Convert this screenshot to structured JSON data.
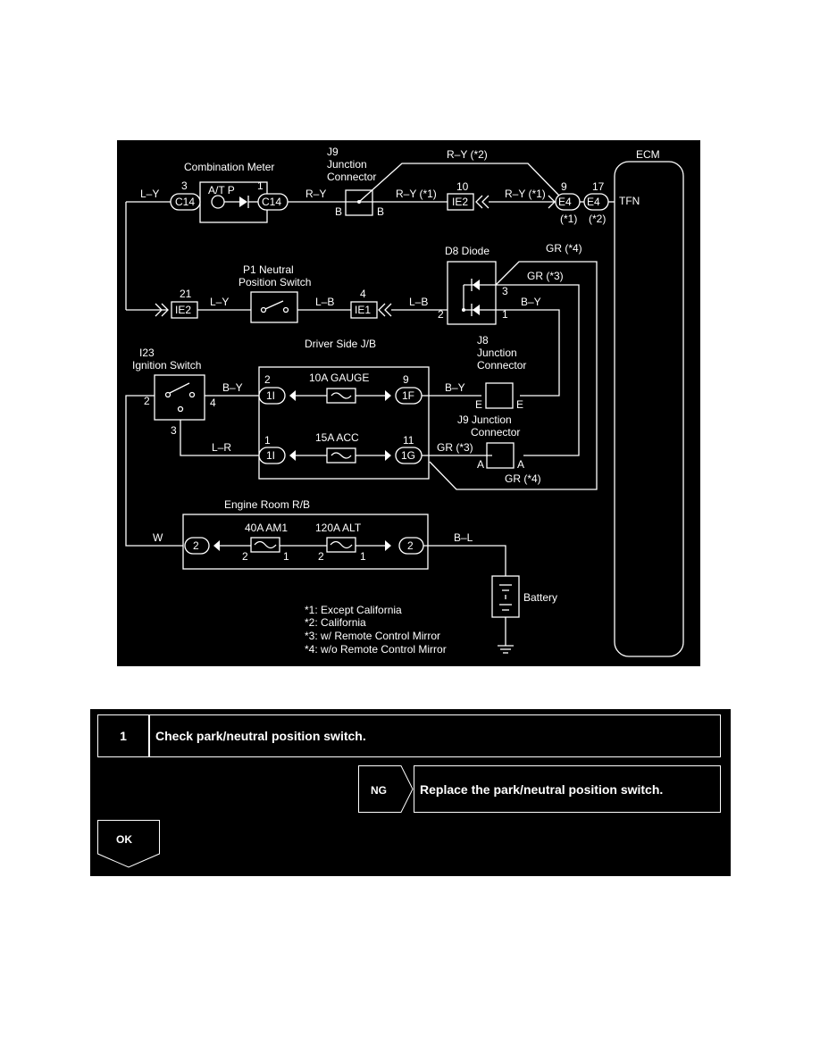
{
  "diagram": {
    "ecm": {
      "title": "ECM",
      "terminal": "TFN"
    },
    "combination_meter": {
      "title": "Combination Meter",
      "lamp": "A/T P",
      "pin_left": "3",
      "pin_right": "1",
      "conn_left": "C14",
      "conn_right": "C14"
    },
    "j9_top": {
      "title_line1": "J9",
      "title_line2": "Junction",
      "title_line3": "Connector",
      "pin_left": "B",
      "pin_right": "B"
    },
    "ie2_top": {
      "pin": "10",
      "label": "IE2"
    },
    "e4": {
      "pin_a": "9",
      "pin_b": "17",
      "label_a": "E4",
      "label_b": "E4",
      "note_a": "(*1)",
      "note_b": "(*2)"
    },
    "wires": {
      "ly_top": "L–Y",
      "ry_meter": "R–Y",
      "ry_star2": "R–Y (*2)",
      "ry_star1_a": "R–Y (*1)",
      "ry_star1_b": "R–Y (*1)",
      "gr_star4_top": "GR (*4)",
      "gr_star3_top": "GR (*3)",
      "by_diode": "B–Y",
      "ly_mid": "L–Y",
      "lb_a": "L–B",
      "lb_b": "L–B",
      "by_ign": "B–Y",
      "by_jb": "B–Y",
      "lr": "L–R",
      "gr_star3_bot": "GR (*3)",
      "gr_star4_bot": "GR (*4)",
      "w": "W",
      "bl": "B–L"
    },
    "d8": {
      "title": "D8 Diode",
      "pin2": "2",
      "pin3": "3",
      "pin1": "1"
    },
    "p1": {
      "title_line1": "P1 Neutral",
      "title_line2": "Position Switch"
    },
    "ie2_mid": {
      "pin": "21",
      "label": "IE2"
    },
    "ie1": {
      "pin": "4",
      "label": "IE1"
    },
    "ignition": {
      "title_line1": "I23",
      "title_line2": "Ignition Switch",
      "pin2": "2",
      "pin4": "4",
      "pin3": "3"
    },
    "jb": {
      "title": "Driver Side J/B",
      "fuse1": "10A GAUGE",
      "fuse2": "15A ACC",
      "pin_a": "2",
      "pin_b": "9",
      "pin_c": "1",
      "pin_d": "11",
      "conn_a": "1I",
      "conn_b": "1F",
      "conn_c": "1I",
      "conn_d": "1G"
    },
    "j8": {
      "title_line1": "J8",
      "title_line2": "Junction",
      "title_line3": "Connector",
      "pin_left": "E",
      "pin_right": "E"
    },
    "j9_bot": {
      "title_line1": "J9 Junction",
      "title_line2": "Connector",
      "pin_left": "A",
      "pin_right": "A"
    },
    "engine_rb": {
      "title": "Engine Room R/B",
      "fuse1": "40A AM1",
      "fuse2": "120A ALT",
      "conn_left": "2",
      "conn_right": "2",
      "f1_p2": "2",
      "f1_p1": "1",
      "f2_p2": "2",
      "f2_p1": "1"
    },
    "battery": {
      "label": "Battery"
    },
    "notes": [
      "*1: Except California",
      "*2: California",
      "*3: w/ Remote Control Mirror",
      "*4: w/o Remote Control Mirror"
    ]
  },
  "flow": {
    "step_number": "1",
    "step_title": "Check park/neutral position switch.",
    "ng_label": "NG",
    "ng_action": "Replace the park/neutral position switch.",
    "ok_label": "OK"
  }
}
